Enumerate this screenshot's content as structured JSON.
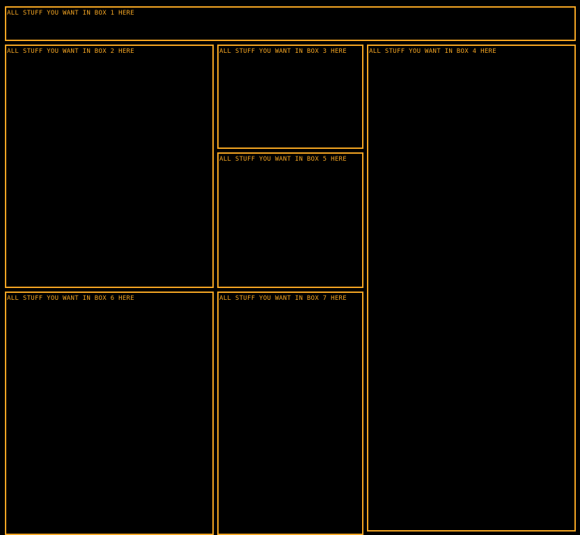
{
  "colors": {
    "background": "#000000",
    "accent": "#F5A623"
  },
  "boxes": [
    {
      "label": "ALL STUFF YOU WANT IN BOX 1 HERE"
    },
    {
      "label": "ALL STUFF YOU WANT IN BOX 2 HERE"
    },
    {
      "label": "ALL STUFF YOU WANT IN BOX 3 HERE"
    },
    {
      "label": "ALL STUFF YOU WANT IN BOX 4 HERE"
    },
    {
      "label": "ALL STUFF YOU WANT IN BOX 5 HERE"
    },
    {
      "label": "ALL STUFF YOU WANT IN BOX 6 HERE"
    },
    {
      "label": "ALL STUFF YOU WANT IN BOX 7 HERE"
    }
  ]
}
